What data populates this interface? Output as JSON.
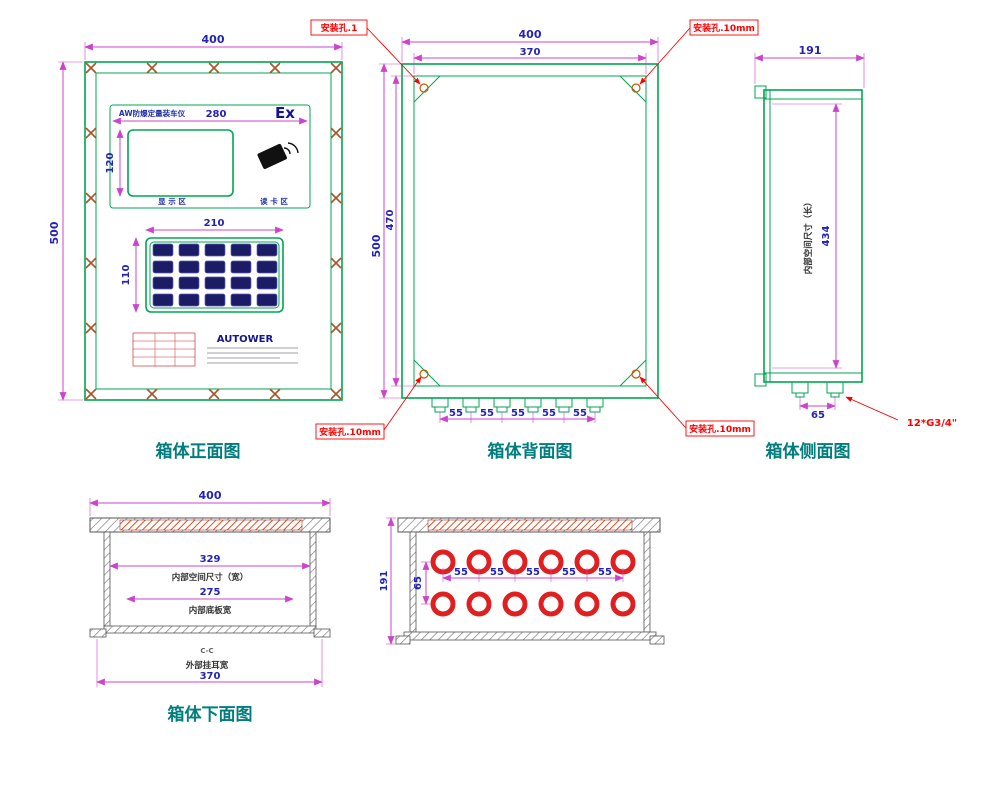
{
  "colors": {
    "outline_green": "#00a651",
    "dimension_line": "#cc44cc",
    "dimension_text": "#2323b8",
    "callout_red": "#ff0000",
    "view_title_teal": "#007d7d",
    "screw_orange": "#a8552a",
    "keypad_key": "#1b1b66",
    "gland_circle_red": "#e02020"
  },
  "views": {
    "front": {
      "title": "箱体正面图",
      "dims": {
        "width": "400",
        "height": "500",
        "panel_width": "280",
        "display_height": "120",
        "keypad_width": "210",
        "keypad_height": "110"
      },
      "labels": {
        "ex": "Ex",
        "panel_title": "AW防爆定量装车仪",
        "display": "显 示 区",
        "reader": "读 卡 区",
        "brand": "AUTOWER"
      }
    },
    "back": {
      "title": "箱体背面图",
      "dims": {
        "outer_width": "400",
        "inner_width": "370",
        "outer_height": "500",
        "inner_height": "470"
      },
      "gland_spacing": [
        "55",
        "55",
        "55",
        "55",
        "55"
      ],
      "callouts": {
        "top_left": "安装孔.1",
        "top_right": "安装孔.10mm",
        "bottom_left": "安装孔.10mm",
        "bottom_right": "安装孔.10mm"
      }
    },
    "side": {
      "title": "箱体侧面图",
      "dims": {
        "width": "191",
        "inner_length": "434",
        "gland_pitch": "65"
      },
      "labels": {
        "inner": "内部空间尺寸（长）",
        "thread_callout": "12*G3/4\""
      }
    },
    "bottom": {
      "title": "箱体下面图",
      "section": {
        "dims": {
          "outer_width": "400",
          "inner_width": "329",
          "plate_width": "275",
          "ear_width": "370"
        },
        "labels": {
          "inner": "内部空间尺寸（宽）",
          "plate": "内部底板宽",
          "ear": "外部挂耳宽",
          "note": "C-C"
        }
      },
      "glands": {
        "dims": {
          "height": "191",
          "row_gap": "65"
        },
        "spacing": [
          "55",
          "55",
          "55",
          "55",
          "55"
        ]
      }
    }
  }
}
